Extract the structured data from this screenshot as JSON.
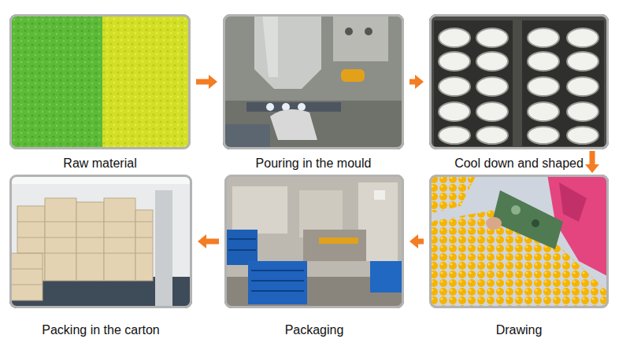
{
  "diagram": {
    "nodes": [
      {
        "text": [
          "Raw material"
        ]
      },
      {
        "text": [
          "Pouring in the mould"
        ]
      },
      {
        "text": [
          "Cool down and shaped"
        ]
      },
      {
        "text": [
          "Drawing"
        ]
      },
      {
        "text": [
          "Packaging"
        ]
      },
      {
        "text": [
          "Packing in the carton"
        ]
      }
    ],
    "edges": [
      {
        "from": 0,
        "to": 1,
        "arrow": "to"
      },
      {
        "from": 1,
        "to": 2,
        "arrow": "to"
      },
      {
        "from": 2,
        "to": 3,
        "arrow": "to"
      },
      {
        "from": 3,
        "to": 4,
        "arrow": "to"
      },
      {
        "from": 4,
        "to": 5,
        "arrow": "to"
      }
    ]
  }
}
